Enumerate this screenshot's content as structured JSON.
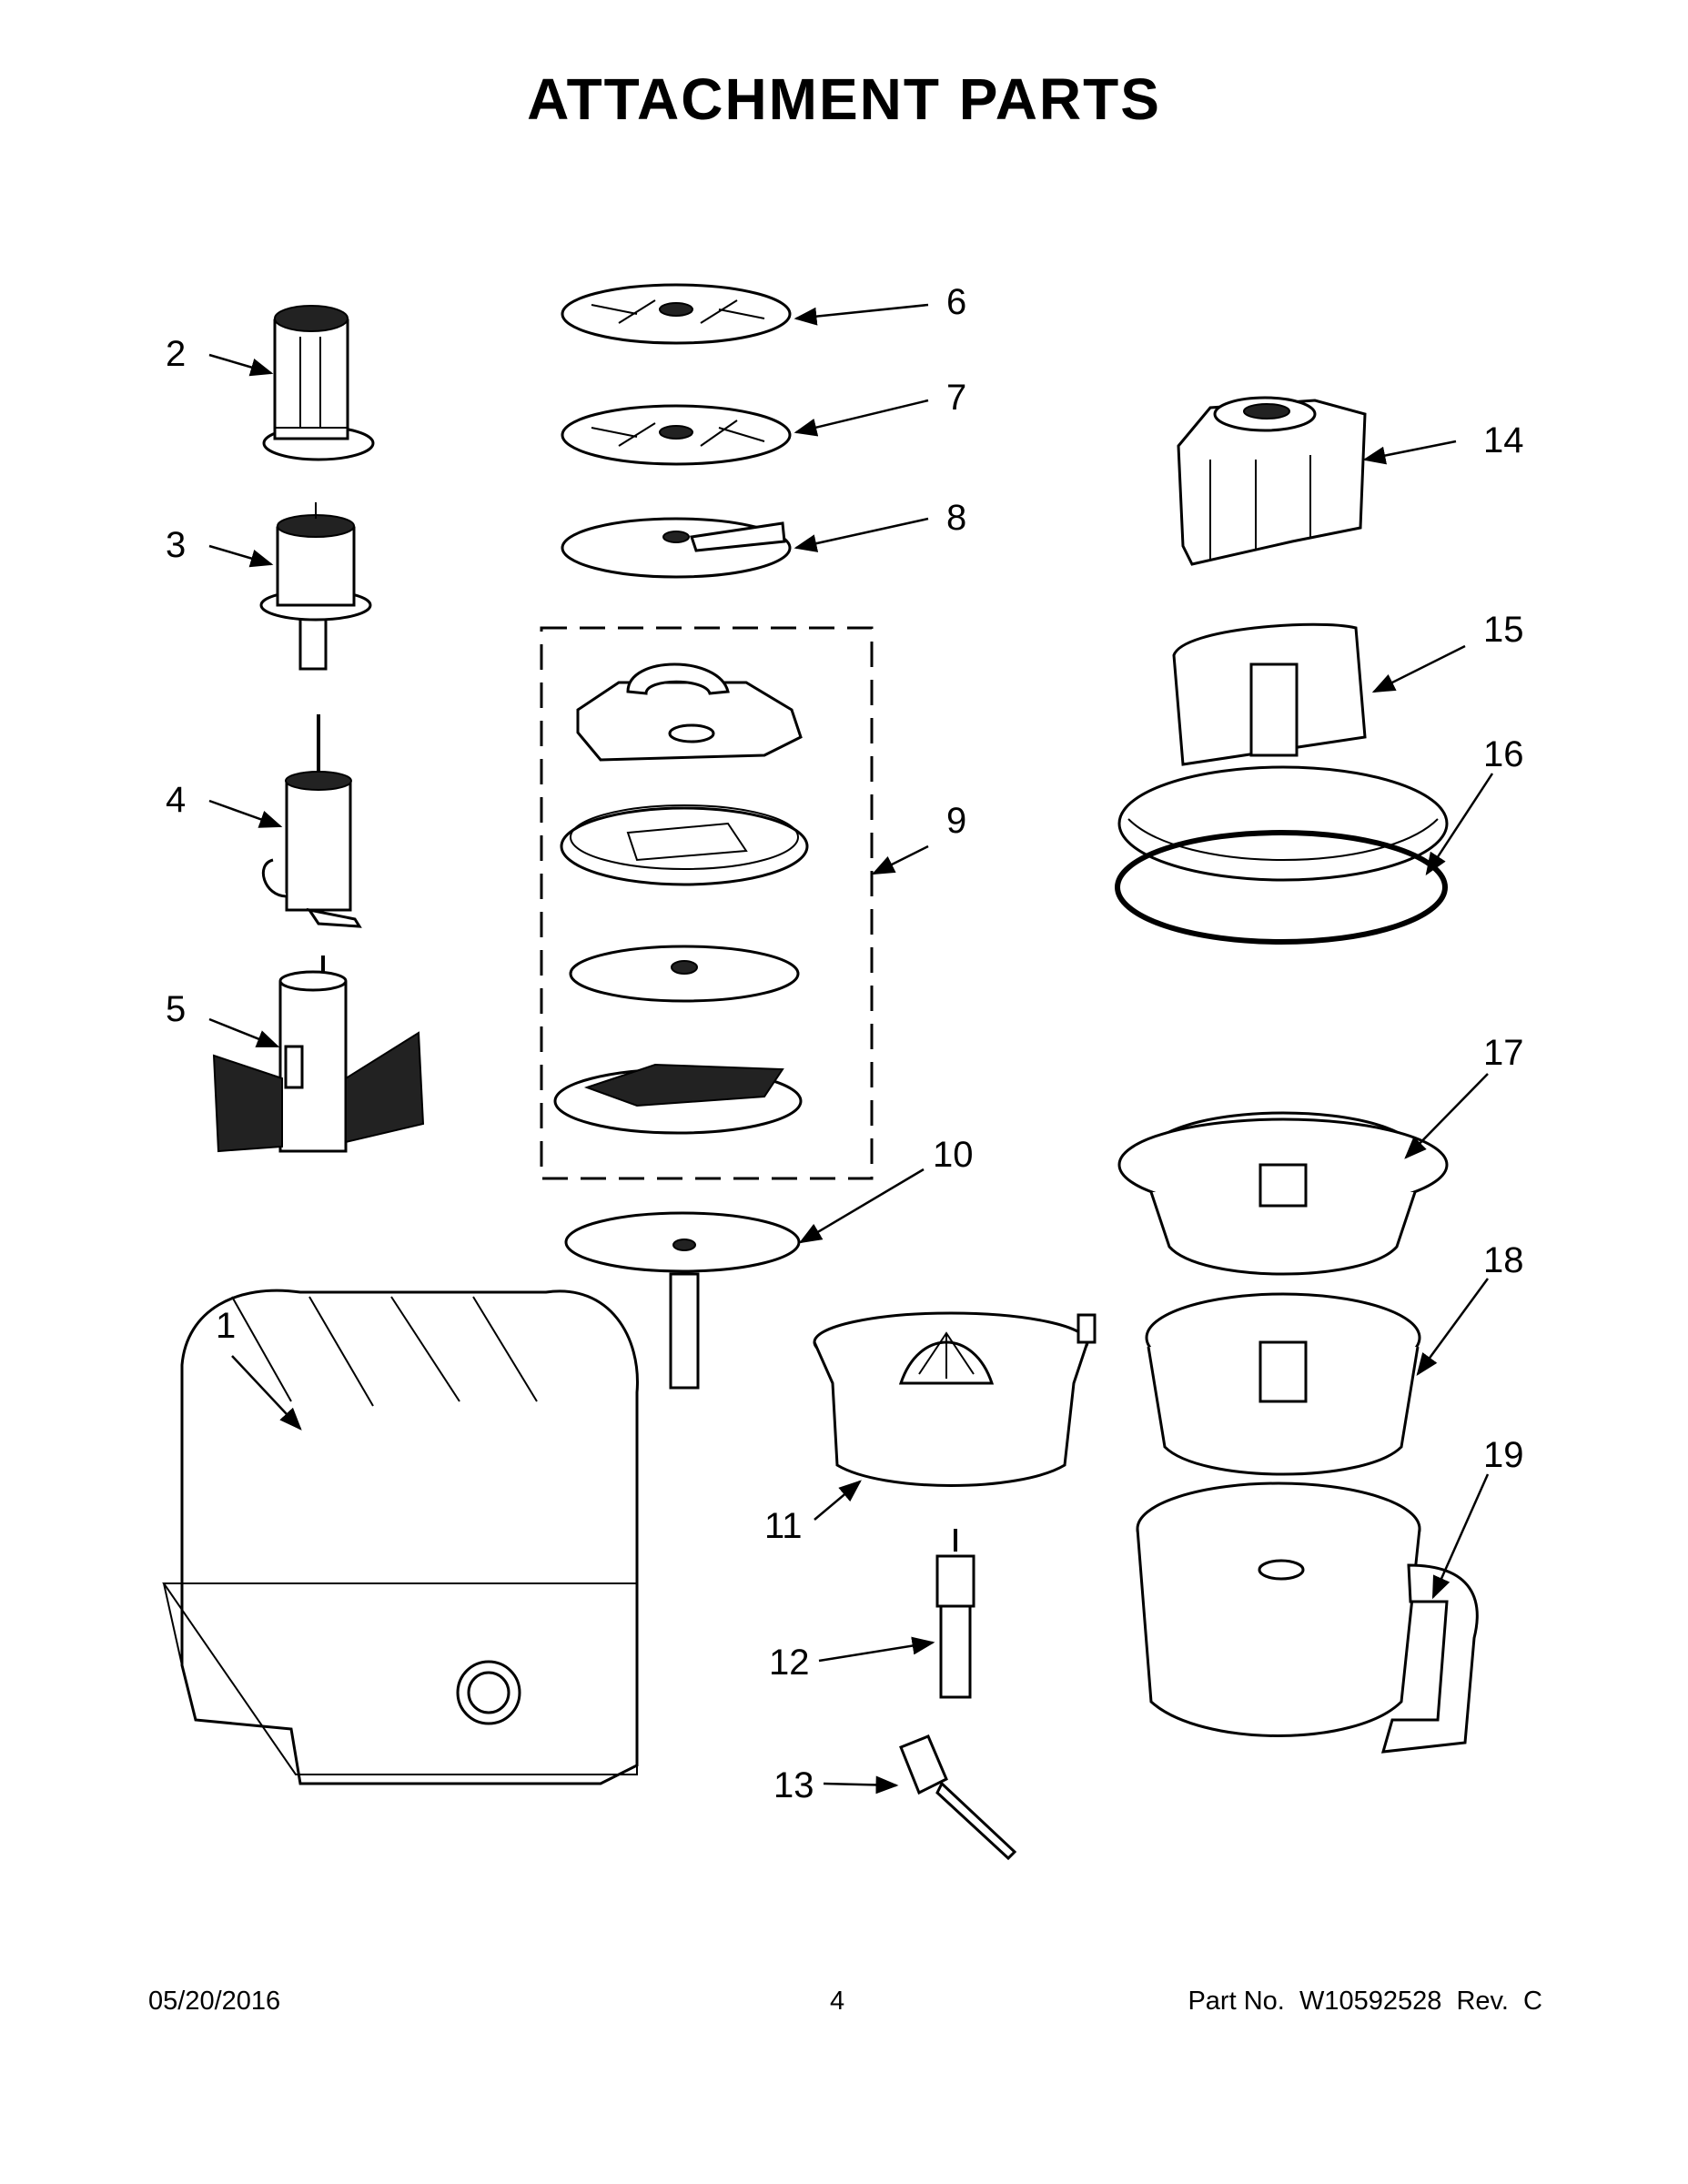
{
  "title": "ATTACHMENT PARTS",
  "footer": {
    "date": "05/20/2016",
    "page": "4",
    "part": "Part No.  W10592528  Rev.  C"
  },
  "callouts": [
    "1",
    "2",
    "3",
    "4",
    "5",
    "6",
    "7",
    "8",
    "9",
    "10",
    "11",
    "12",
    "13",
    "14",
    "15",
    "16",
    "17",
    "18",
    "19"
  ]
}
